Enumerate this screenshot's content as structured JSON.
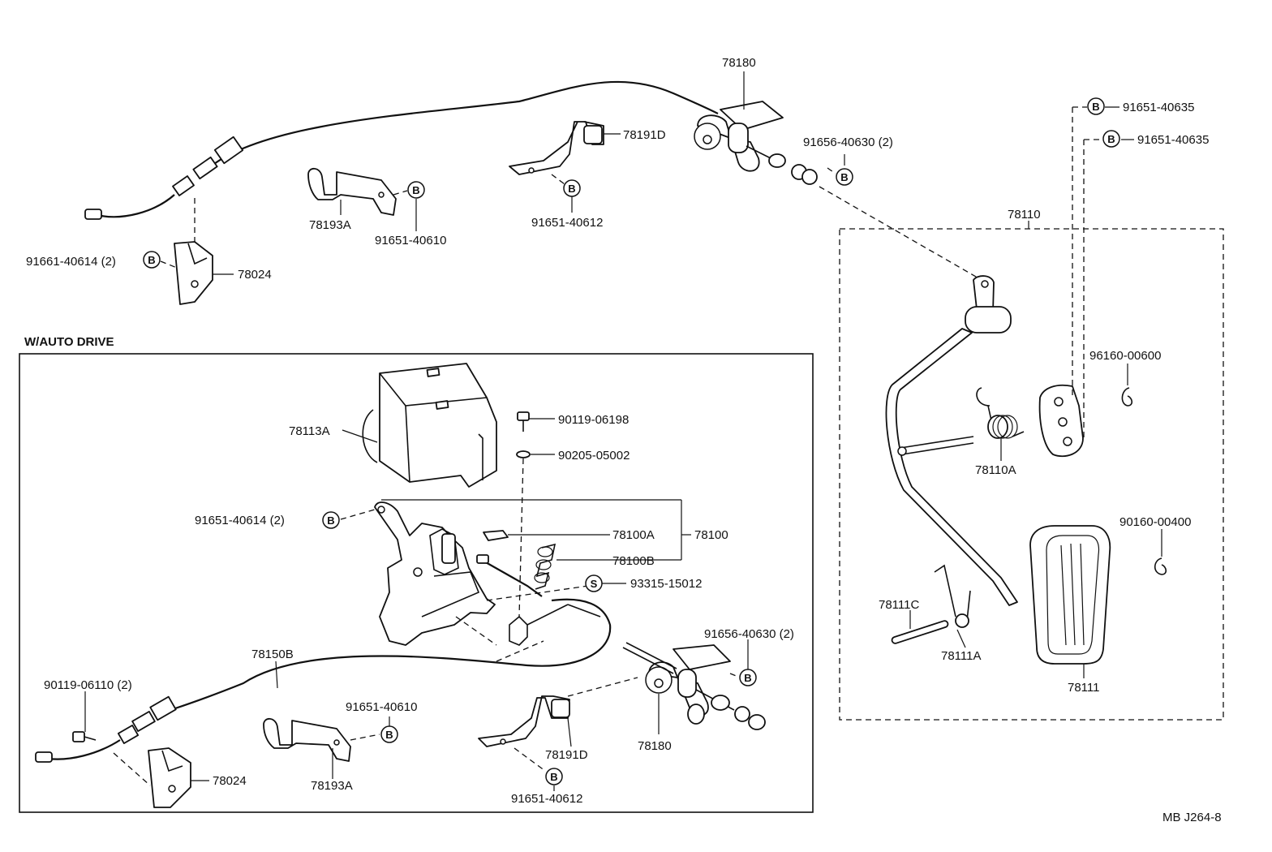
{
  "diagram": {
    "section_title": "W/AUTO DRIVE",
    "drawing_code": "MB J264-8",
    "symbols": {
      "bolt": "B",
      "screw": "S"
    },
    "labels": {
      "p78180_top": "78180",
      "p78191D_top": "78191D",
      "p91656_top": "91656-40630 (2)",
      "p78193A_top": "78193A",
      "p91651_40610_top": "91651-40610",
      "p91651_40612_top": "91651-40612",
      "p91661": "91661-40614 (2)",
      "p78024_top": "78024",
      "p78110": "78110",
      "p91651_40635_a": "91651-40635",
      "p91651_40635_b": "91651-40635",
      "p96160": "96160-00600",
      "p78110A": "78110A",
      "p90160": "90160-00400",
      "p78111C": "78111C",
      "p78111A": "78111A",
      "p78111": "78111",
      "p78113A": "78113A",
      "p90119_06198": "90119-06198",
      "p90205": "90205-05002",
      "p91651_40614": "91651-40614 (2)",
      "p78100A": "78100A",
      "p78100": "78100",
      "p78100B": "78100B",
      "p93315": "93315-15012",
      "p91656_bot": "91656-40630 (2)",
      "p78150B": "78150B",
      "p90119_06110": "90119-06110 (2)",
      "p91651_40610_bot": "91651-40610",
      "p78180_bot": "78180",
      "p78191D_bot": "78191D",
      "p78024_bot": "78024",
      "p78193A_bot": "78193A",
      "p91651_40612_bot": "91651-40612"
    }
  }
}
